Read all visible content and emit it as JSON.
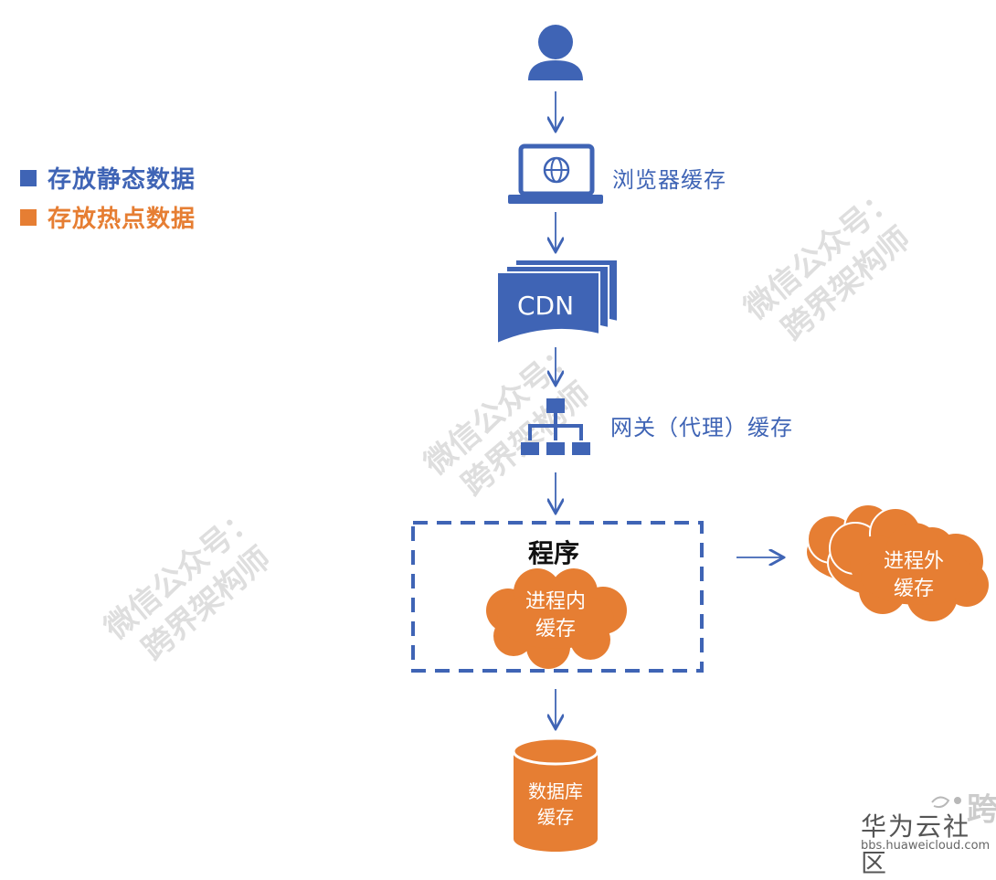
{
  "legend": {
    "static": {
      "label": "存放静态数据",
      "color": "#3f64b5"
    },
    "hot": {
      "label": "存放热点数据",
      "color": "#e67e33"
    }
  },
  "nodes": {
    "browser": "浏览器缓存",
    "cdn": "CDN",
    "gateway": "网关（代理）缓存",
    "program": "程序",
    "in_process_1": "进程内",
    "in_process_2": "缓存",
    "out_process_1": "进程外",
    "out_process_2": "缓存",
    "database_1": "数据库",
    "database_2": "缓存"
  },
  "watermark": {
    "line1": "微信公众号：",
    "line2": "跨界架构师"
  },
  "footer": {
    "brand": "华为云社区",
    "url": "bbs.huaweicloud.com",
    "edge_text": "跨"
  },
  "icons": [
    "user-icon",
    "browser-laptop-icon",
    "cdn-icon",
    "gateway-network-icon",
    "database-cylinder-icon"
  ]
}
